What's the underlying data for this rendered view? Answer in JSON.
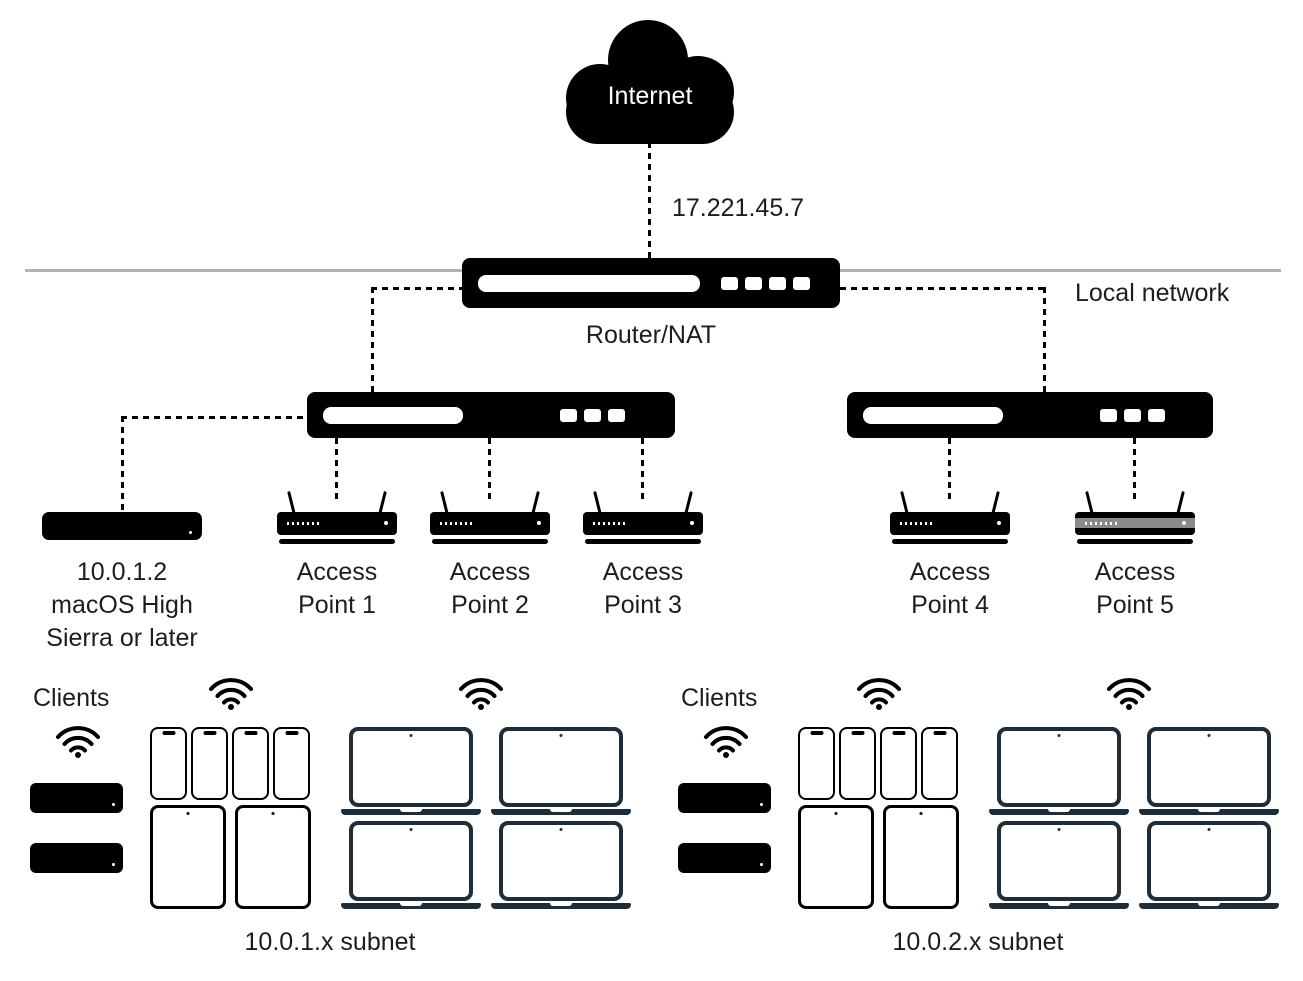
{
  "diagram": {
    "internet_label": "Internet",
    "wan_ip": "17.221.45.7",
    "local_network_label": "Local network",
    "router_label": "Router/NAT",
    "server": {
      "line1": "10.0.1.2",
      "line2": "macOS High",
      "line3": "Sierra or later"
    },
    "access_points": [
      {
        "line1": "Access",
        "line2": "Point 1"
      },
      {
        "line1": "Access",
        "line2": "Point 2"
      },
      {
        "line1": "Access",
        "line2": "Point 3"
      },
      {
        "line1": "Access",
        "line2": "Point 4"
      },
      {
        "line1": "Access",
        "line2": "Point 5"
      }
    ],
    "groups": [
      {
        "clients_label": "Clients",
        "subnet_label": "10.0.1.x subnet"
      },
      {
        "clients_label": "Clients",
        "subnet_label": "10.0.2.x subnet"
      }
    ],
    "colors": {
      "device": "#000000",
      "netline": "#b3b3b3",
      "laptop": "#1e2d38",
      "text": "#1d1d1f"
    }
  }
}
